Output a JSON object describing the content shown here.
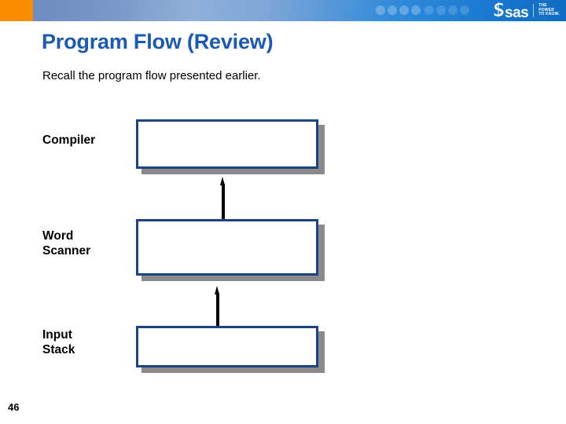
{
  "header": {
    "brand": {
      "swirl_icon": "sas-swirl-icon",
      "wordmark": "sas",
      "tagline_line1": "THE",
      "tagline_line2": "POWER",
      "tagline_line3": "TO KNOW."
    },
    "accent_color": "#fa8e00",
    "band_color": "#1372c8"
  },
  "slide": {
    "title": "Program Flow (Review)",
    "subtitle": "Recall the program flow presented earlier.",
    "page_number": "46",
    "title_color": "#1a5ab5"
  },
  "diagram": {
    "type": "flow",
    "box_border_color": "#1c4484",
    "box_shadow_color": "#8a8a8a",
    "arrow_color": "#000000",
    "rows": [
      {
        "label": "Compiler",
        "box_text": ""
      },
      {
        "label": "Word\nScanner",
        "box_text": ""
      },
      {
        "label": "Input\nStack",
        "box_text": ""
      }
    ],
    "arrows": [
      {
        "from": "Word Scanner",
        "to": "Compiler",
        "direction": "up"
      },
      {
        "from": "Input Stack",
        "to": "Word Scanner",
        "direction": "up"
      }
    ]
  }
}
